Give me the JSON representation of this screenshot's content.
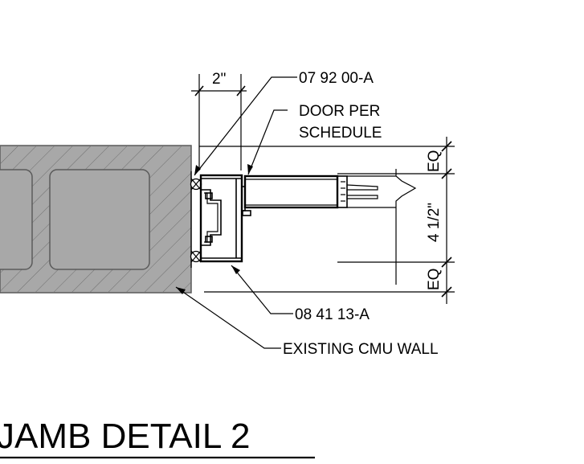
{
  "labels": {
    "dim_top": "2\"",
    "ref_top": "07 92 00-A",
    "door_line1": "DOOR PER",
    "door_line2": "SCHEDULE",
    "ref_bottom": "08 41 13-A",
    "wall": "EXISTING CMU WALL",
    "eq_top": "EQ",
    "dim_side": "4 1/2\"",
    "eq_bottom": "EQ",
    "title": "JAMB DETAIL 2"
  },
  "colors": {
    "wall_fill": "#a8a8a8",
    "wall_stroke": "#5a5a5a",
    "line": "#000000",
    "background": "#ffffff"
  }
}
